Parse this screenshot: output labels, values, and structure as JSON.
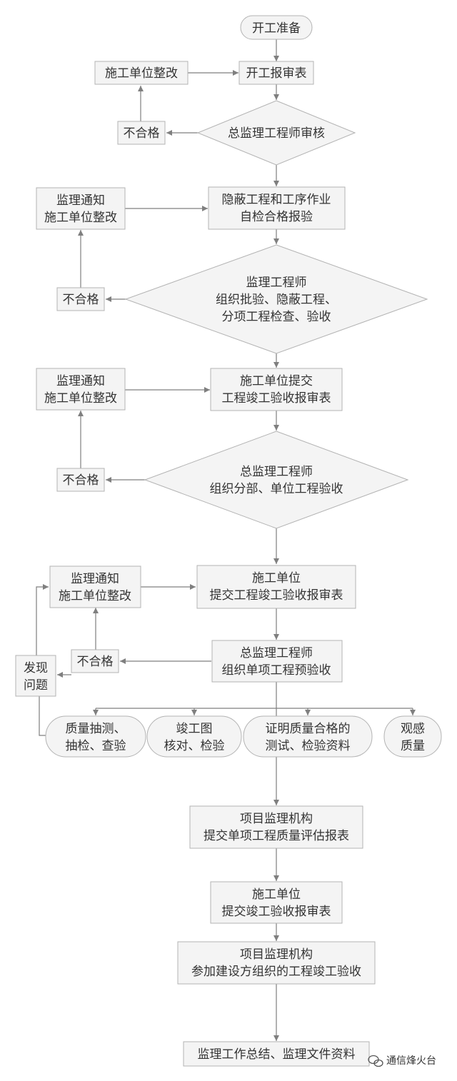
{
  "nodes": {
    "start": "开工准备",
    "report_form": "开工报审表",
    "rectify_1": "施工单位整改",
    "fail_1": "不合格",
    "review_1": "总监理工程师审核",
    "hidden_check": [
      "隐蔽工程和工序作业",
      "自检合格报验"
    ],
    "notice_2": [
      "监理通知",
      "施工单位整改"
    ],
    "fail_2": "不合格",
    "review_2": [
      "监理工程师",
      "组织批验、隐蔽工程、",
      "分项工程检查、验收"
    ],
    "submit_3": [
      "施工单位提交",
      "工程竣工验收报审表"
    ],
    "notice_3": [
      "监理通知",
      "施工单位整改"
    ],
    "fail_3": "不合格",
    "review_3": [
      "总监理工程师",
      "组织分部、单位工程验收"
    ],
    "submit_4": [
      "施工单位",
      "提交工程竣工验收报审表"
    ],
    "notice_4": [
      "监理通知",
      "施工单位整改"
    ],
    "fail_4": "不合格",
    "found_issue": [
      "发现",
      "问题"
    ],
    "pre_accept": [
      "总监理工程师",
      "组织单项工程预验收"
    ],
    "item_1": [
      "质量抽测、",
      "抽检、查验"
    ],
    "item_2": [
      "竣工图",
      "核对、检验"
    ],
    "item_3": [
      "证明质量合格的",
      "测试、检验资料"
    ],
    "item_4": [
      "观感",
      "质量"
    ],
    "quality_report": [
      "项目监理机构",
      "提交单项工程质量评估报表"
    ],
    "submit_final": [
      "施工单位",
      "提交竣工验收报审表"
    ],
    "join_accept": [
      "项目监理机构",
      "参加建设方组织的工程竣工验收"
    ],
    "summary": "监理工作总结、监理文件资料"
  },
  "watermark": "通信烽火台"
}
